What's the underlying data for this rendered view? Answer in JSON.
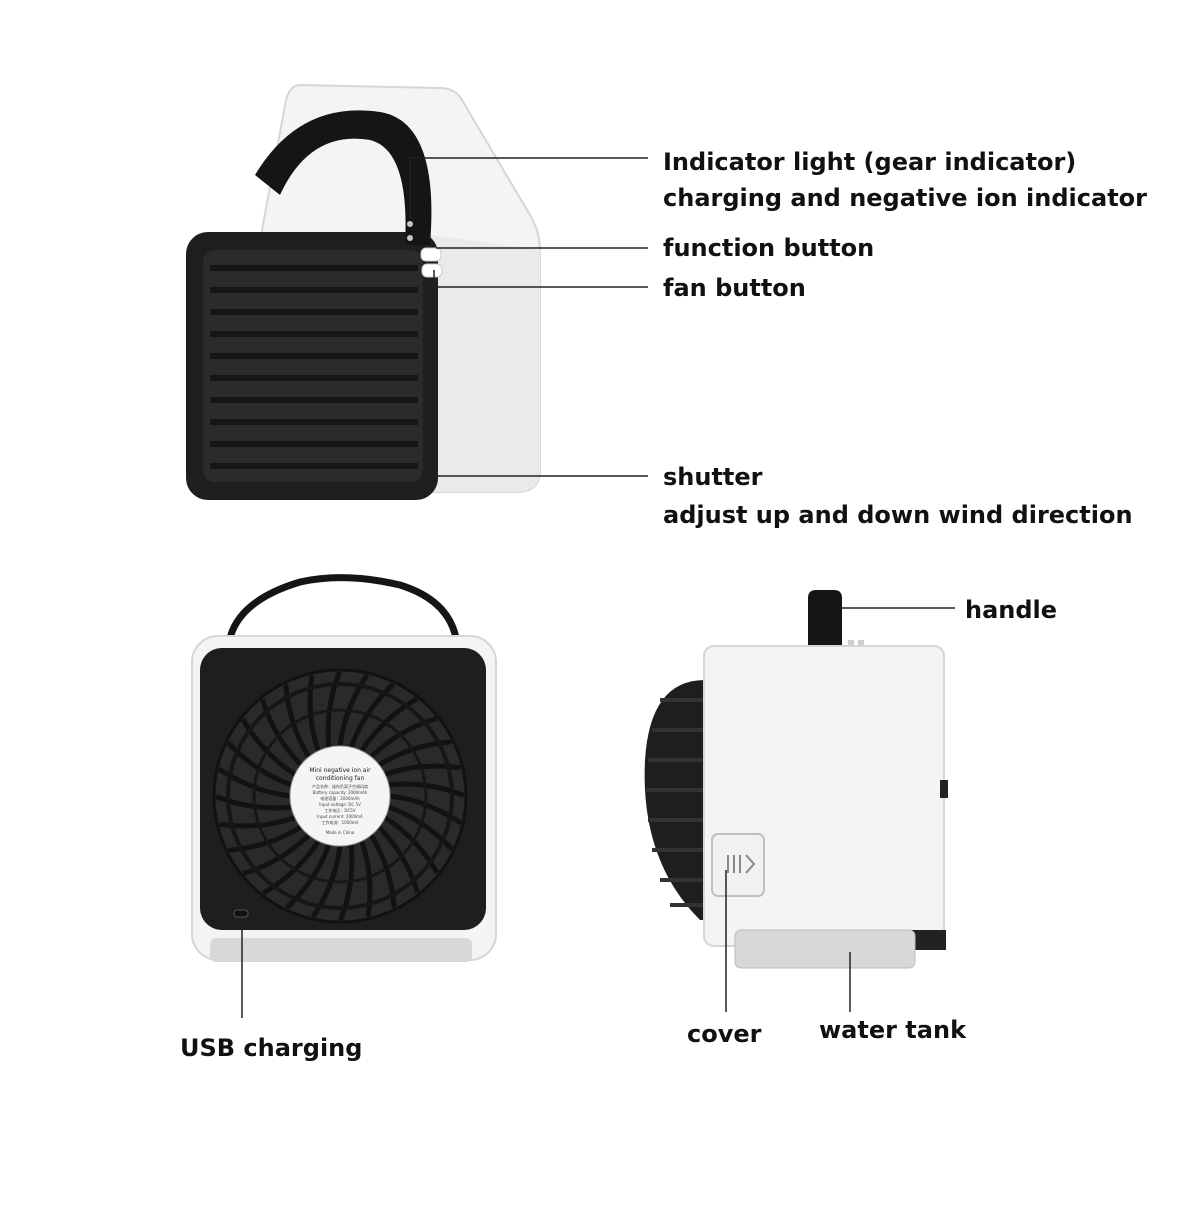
{
  "labels": {
    "indicator_light": "Indicator light (gear indicator)",
    "charging_indicator": "charging and negative ion indicator",
    "function_button": "function button",
    "fan_button": "fan button",
    "shutter": "shutter",
    "shutter_desc": "adjust up and down wind direction",
    "handle": "handle",
    "usb_charging": "USB charging",
    "cover": "cover",
    "water_tank": "water tank"
  },
  "product_sticker": {
    "line1": "Mini negative ion air",
    "line2": "conditioning fan",
    "line3": "产品名称：迷你负离子空调风扇",
    "line4": "Battery capacity: 2000mAh",
    "line5": "电池容量：2000mAh",
    "line6": "Input voltage: DC 5V",
    "line7": "工作电压：DC5V",
    "line8": "Input current: 1000mA",
    "line9": "工作电流：1000mA",
    "line10": "Made in China"
  },
  "colors": {
    "body_white": "#f4f4f4",
    "body_edge": "#d9d9d9",
    "dark_front": "#1e1e1e",
    "strap_black": "#151515",
    "leader_line": "#222222",
    "label_text": "#111111"
  }
}
